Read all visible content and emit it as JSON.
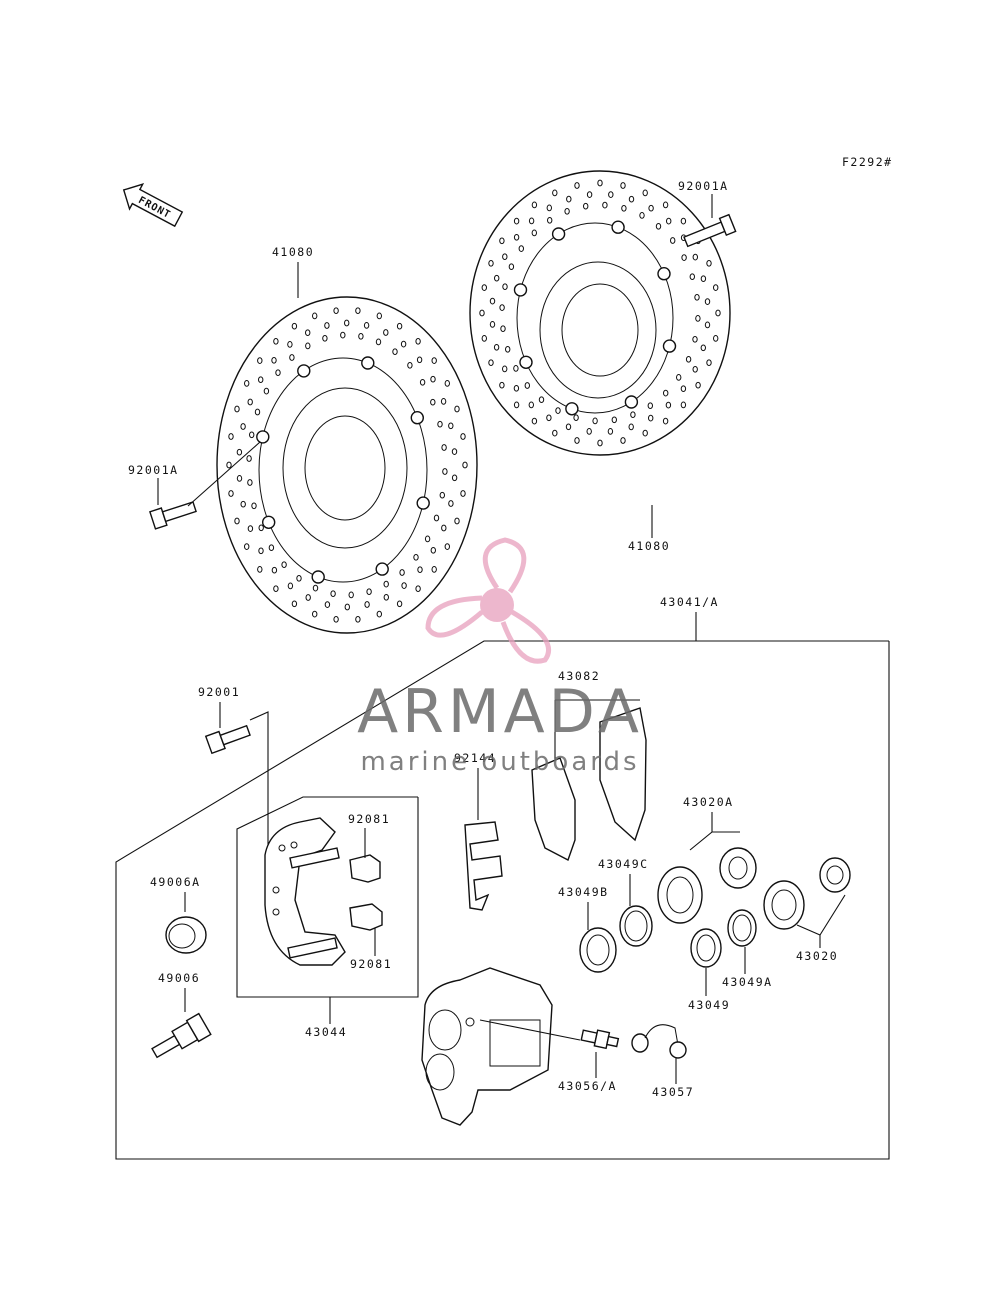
{
  "diagram": {
    "code": "F2292#",
    "front_label": "FRONT",
    "labels": {
      "disc_left": "41080",
      "disc_right": "41080",
      "bolt_top": "92001A",
      "bolt_left": "92001A",
      "assembly": "43041/A",
      "pad_set": "43082",
      "bolt_caliper": "92001",
      "spring": "92144",
      "clip_top": "92081",
      "clip_bottom": "92081",
      "bracket": "43044",
      "boot_small": "49006A",
      "pin": "49006",
      "piston_a": "43020A",
      "seal_c": "43049C",
      "seal_b": "43049B",
      "piston": "43020",
      "seal_a": "43049A",
      "seal": "43049",
      "bleeder": "43056/A",
      "cap": "43057"
    }
  },
  "watermark": {
    "brand": "ARMADA",
    "tagline": "marine outboards",
    "accent_color": "#e8a0bd"
  }
}
